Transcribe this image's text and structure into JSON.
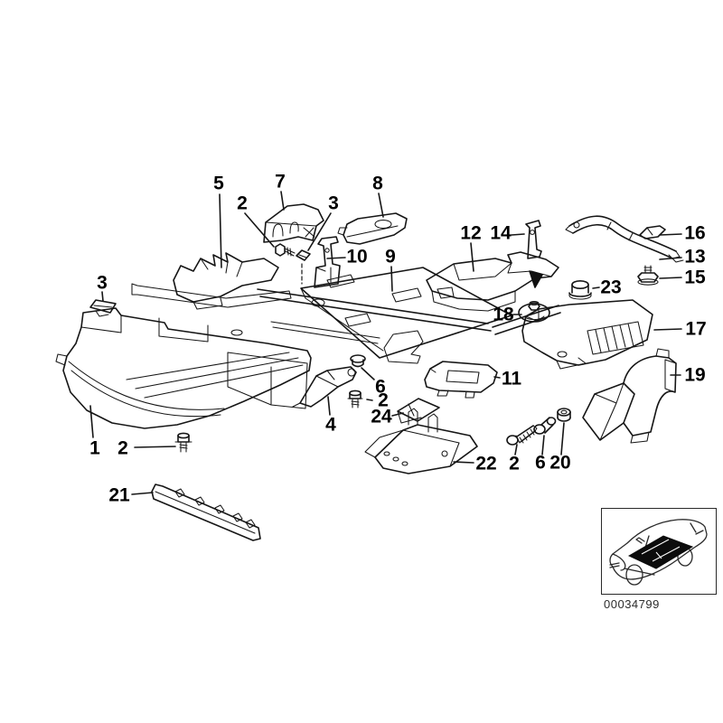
{
  "diagram": {
    "description": "exploded-parts-diagram-underbody-sound-insulation",
    "colors": {
      "line": "#161616",
      "background": "#ffffff",
      "highlight": "#101010"
    },
    "callouts": [
      {
        "label": "5"
      },
      {
        "label": "7"
      },
      {
        "label": "2"
      },
      {
        "label": "3"
      },
      {
        "label": "8"
      },
      {
        "label": "10"
      },
      {
        "label": "9"
      },
      {
        "label": "12"
      },
      {
        "label": "14"
      },
      {
        "label": "16"
      },
      {
        "label": "13"
      },
      {
        "label": "15"
      },
      {
        "label": "23"
      },
      {
        "label": "18"
      },
      {
        "label": "17"
      },
      {
        "label": "19"
      },
      {
        "label": "3"
      },
      {
        "label": "11"
      },
      {
        "label": "6"
      },
      {
        "label": "2"
      },
      {
        "label": "24"
      },
      {
        "label": "4"
      },
      {
        "label": "1"
      },
      {
        "label": "2"
      },
      {
        "label": "22"
      },
      {
        "label": "2"
      },
      {
        "label": "6"
      },
      {
        "label": "20"
      },
      {
        "label": "21"
      }
    ],
    "thumbnail_code": "00034799"
  }
}
